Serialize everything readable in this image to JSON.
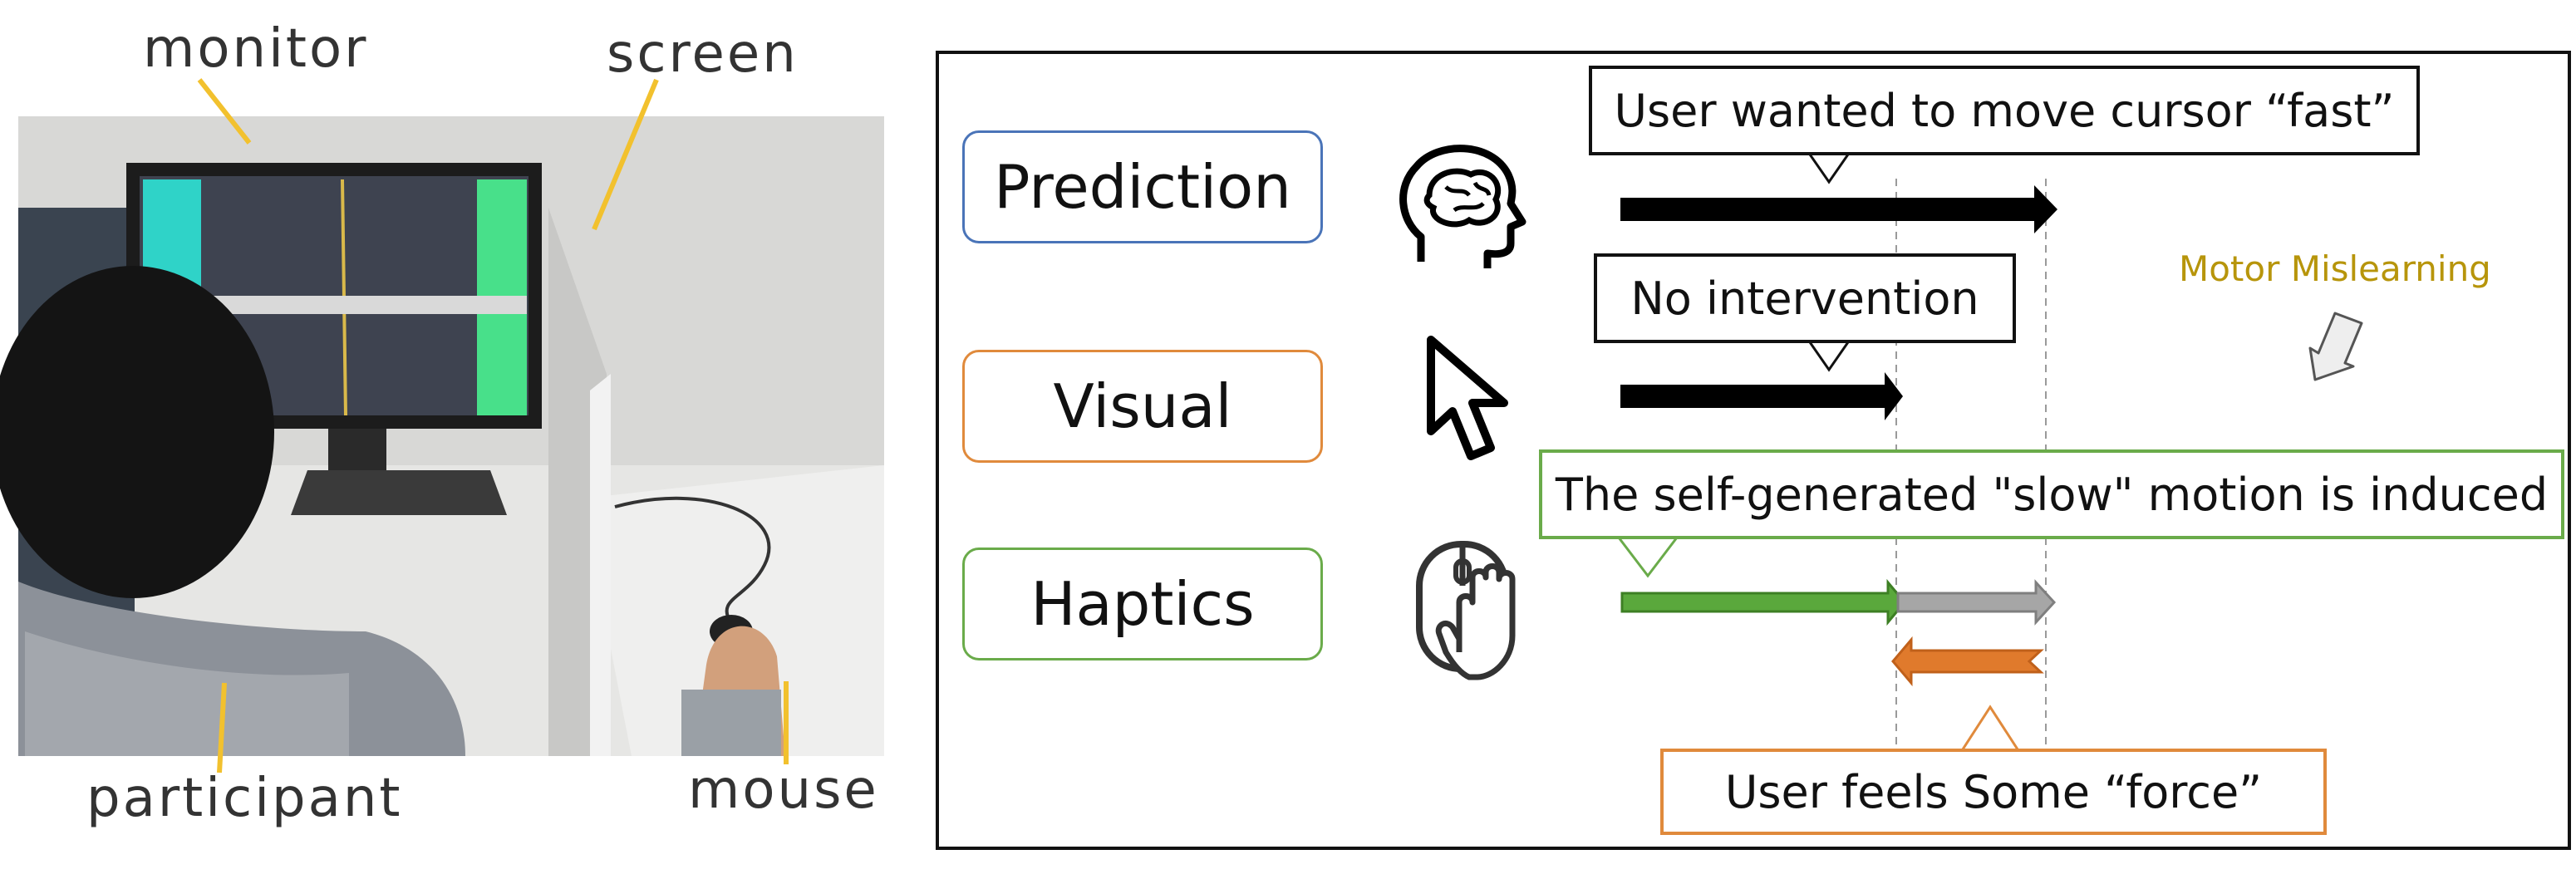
{
  "photo": {
    "labels": {
      "monitor": "monitor",
      "screen": "screen",
      "participant": "participant",
      "mouse": "mouse"
    },
    "callout_line_color": "#f2c12e"
  },
  "diagram": {
    "channels": [
      {
        "key": "prediction",
        "label": "Prediction",
        "border_color": "#4a74b8",
        "icon": "brain-head-icon"
      },
      {
        "key": "visual",
        "label": "Visual",
        "border_color": "#e08a3c",
        "icon": "cursor-arrow-icon"
      },
      {
        "key": "haptics",
        "label": "Haptics",
        "border_color": "#6aab4a",
        "icon": "hand-on-mouse-icon"
      }
    ],
    "callouts": {
      "prediction": "User wanted to move cursor “fast”",
      "visual": "No intervention",
      "haptics": "The self-generated \"slow\" motion is induced",
      "force": "User feels Some “force”"
    },
    "mislearning_label": "Motor Mislearning",
    "colors": {
      "arrow_black": "#000000",
      "arrow_green": "#5aa83c",
      "arrow_gray": "#a6a6a6",
      "arrow_orange": "#e07a2c",
      "callout_green": "#6aab4a",
      "callout_orange": "#e08a3c",
      "mislearning_text": "#b7950b"
    }
  }
}
